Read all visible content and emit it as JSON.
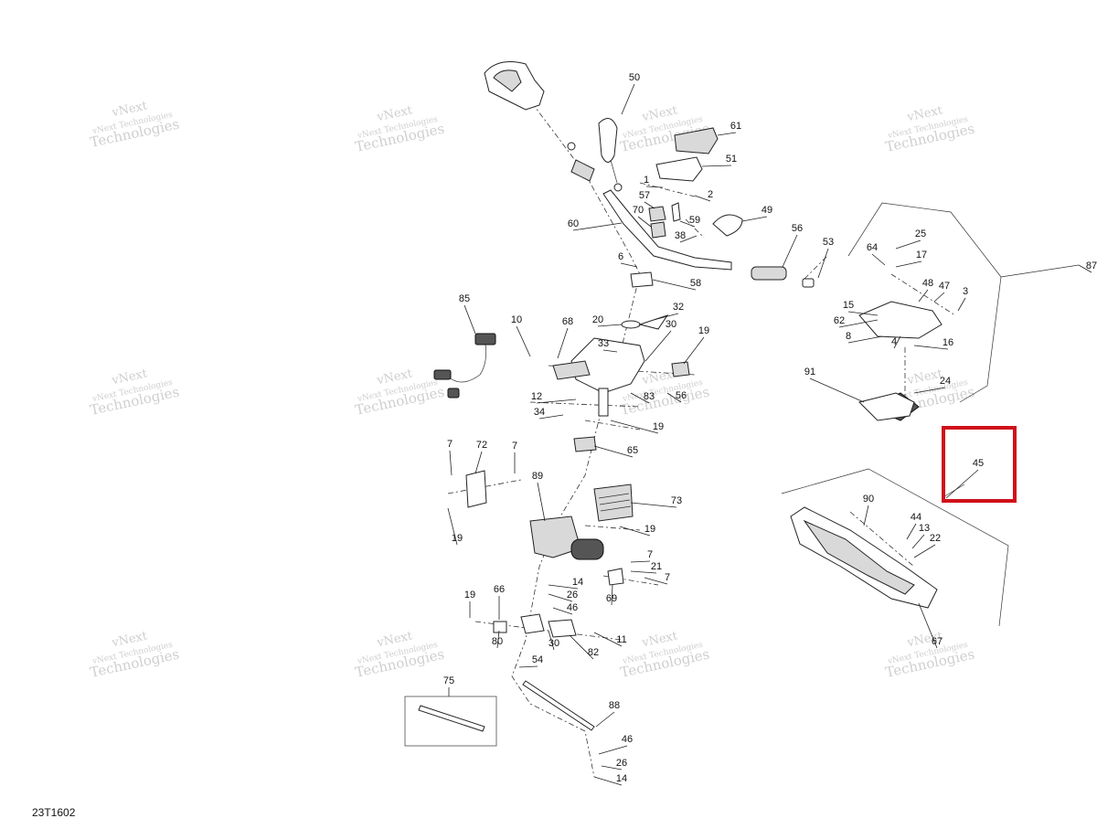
{
  "diagram_code": "23T1602",
  "watermark": {
    "line1": "vNext",
    "line2": "vNext Technologies",
    "line3": "Technologies"
  },
  "highlight_color": "#d0101a",
  "highlighted_callout": "45",
  "callouts": [
    "50",
    "61",
    "51",
    "1",
    "2",
    "57",
    "70",
    "59",
    "38",
    "49",
    "60",
    "6",
    "58",
    "56",
    "53",
    "25",
    "64",
    "17",
    "87",
    "48",
    "47",
    "3",
    "15",
    "62",
    "8",
    "4",
    "16",
    "85",
    "10",
    "68",
    "20",
    "32",
    "30",
    "33",
    "19",
    "91",
    "24",
    "12",
    "83",
    "56",
    "34",
    "65",
    "7",
    "72",
    "89",
    "73",
    "14",
    "21",
    "26",
    "46",
    "69",
    "66",
    "80",
    "82",
    "11",
    "54",
    "75",
    "88",
    "13",
    "22",
    "44",
    "90",
    "45",
    "67"
  ]
}
